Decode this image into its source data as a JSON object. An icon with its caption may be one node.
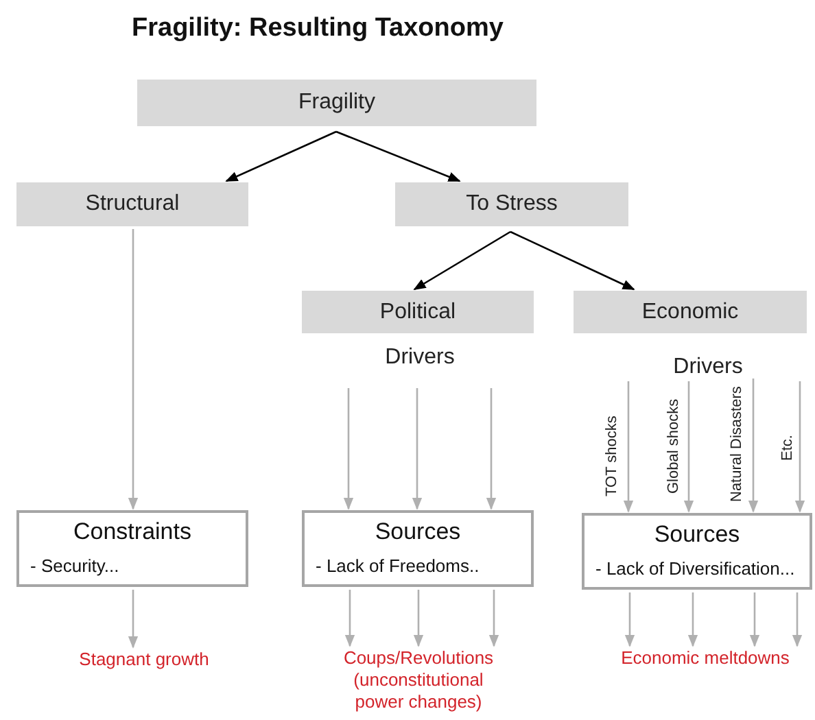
{
  "diagram": {
    "title": "Fragility: Resulting Taxonomy",
    "nodes": [
      {
        "text": [
          "Fragility"
        ]
      },
      {
        "text": [
          "Structural"
        ]
      },
      {
        "text": [
          "To Stress"
        ]
      },
      {
        "text": [
          "Political"
        ]
      },
      {
        "text": [
          "Economic"
        ]
      },
      {
        "text": [
          "Drivers"
        ]
      },
      {
        "text": [
          "Drivers"
        ]
      },
      {
        "text": [
          "Constraints",
          "- Security..."
        ]
      },
      {
        "text": [
          "Sources",
          "- Lack of Freedoms.."
        ]
      },
      {
        "text": [
          "Sources",
          "- Lack of Diversification..."
        ]
      },
      {
        "text": [
          "Stagnant growth"
        ]
      },
      {
        "text": [
          "Coups/Revolutions (unconstitutional power changes)"
        ]
      },
      {
        "text": [
          "Economic meltdowns"
        ]
      }
    ],
    "edges": [
      {
        "from": 0,
        "to": 1,
        "arrow": "to",
        "color": "#000000"
      },
      {
        "from": 0,
        "to": 2,
        "arrow": "to",
        "color": "#000000"
      },
      {
        "from": 2,
        "to": 3,
        "arrow": "to",
        "color": "#000000"
      },
      {
        "from": 2,
        "to": 4,
        "arrow": "to",
        "color": "#000000"
      },
      {
        "from": 1,
        "to": 7,
        "arrow": "to"
      },
      {
        "from": 5,
        "to": 8,
        "arrow": "to"
      },
      {
        "from": 5,
        "to": 8,
        "arrow": "to"
      },
      {
        "from": 5,
        "to": 8,
        "arrow": "to"
      },
      {
        "from": 6,
        "to": 9,
        "arrow": "to",
        "label": "TOT shocks"
      },
      {
        "from": 6,
        "to": 9,
        "arrow": "to",
        "label": "Global shocks"
      },
      {
        "from": 6,
        "to": 9,
        "arrow": "to",
        "label": "Natural Disasters"
      },
      {
        "from": 6,
        "to": 9,
        "arrow": "to",
        "label": "Etc."
      },
      {
        "from": 7,
        "to": 10,
        "arrow": "to"
      },
      {
        "from": 8,
        "to": 11,
        "arrow": "to"
      },
      {
        "from": 8,
        "to": 11,
        "arrow": "to"
      },
      {
        "from": 8,
        "to": 11,
        "arrow": "to"
      },
      {
        "from": 9,
        "to": 12,
        "arrow": "to"
      },
      {
        "from": 9,
        "to": 12,
        "arrow": "to"
      },
      {
        "from": 9,
        "to": 12,
        "arrow": "to"
      },
      {
        "from": 9,
        "to": 12,
        "arrow": "to"
      }
    ]
  }
}
